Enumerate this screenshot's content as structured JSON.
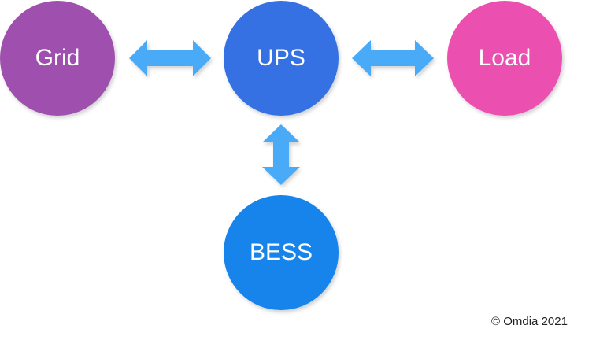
{
  "nodes": {
    "grid": {
      "label": "Grid",
      "color": "#9f4fae"
    },
    "ups": {
      "label": "UPS",
      "color": "#3671e2"
    },
    "load": {
      "label": "Load",
      "color": "#eb4fb0"
    },
    "bess": {
      "label": "BESS",
      "color": "#1384ea"
    }
  },
  "connector_color": "#4aabf7",
  "connectors": [
    {
      "from": "Grid",
      "to": "UPS",
      "direction": "bidirectional"
    },
    {
      "from": "UPS",
      "to": "Load",
      "direction": "bidirectional"
    },
    {
      "from": "UPS",
      "to": "BESS",
      "direction": "bidirectional"
    }
  ],
  "copyright": "© Omdia 2021"
}
